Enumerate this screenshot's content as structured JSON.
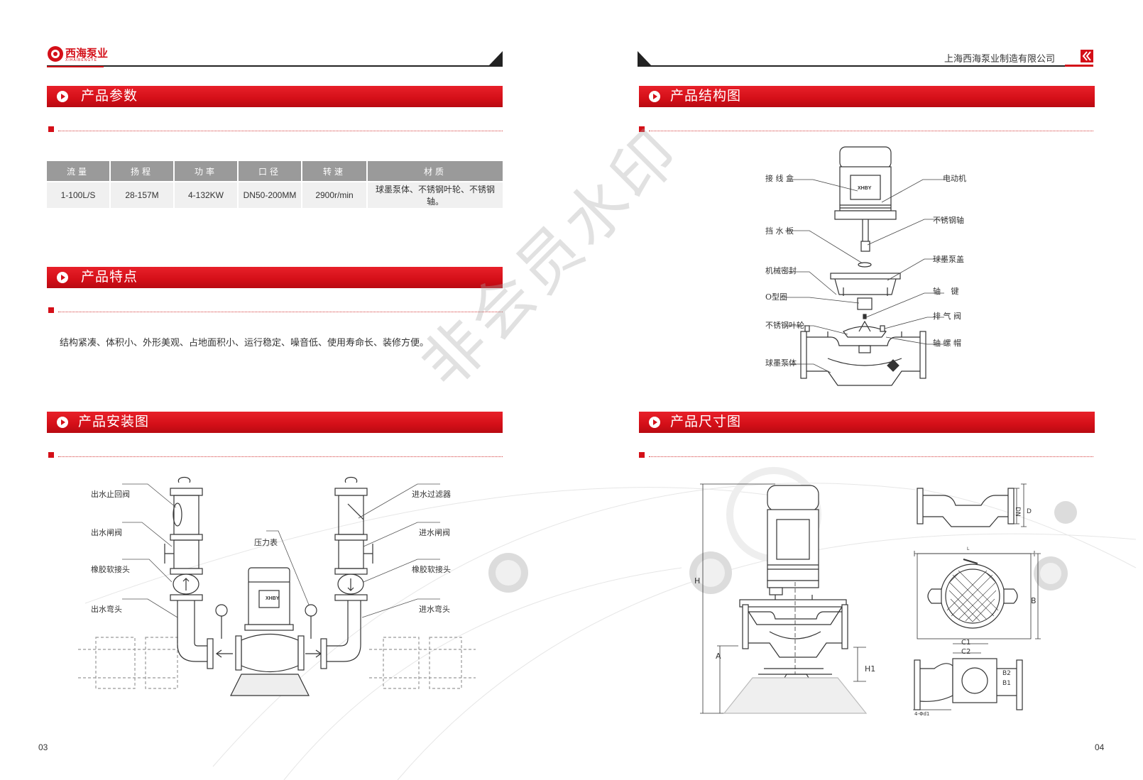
{
  "brand": {
    "name": "西海泵业",
    "sub": "XIHAIBENGYE"
  },
  "company": "上海西海泵业制造有限公司",
  "sections": {
    "params": "产品参数",
    "features": "产品特点",
    "install": "产品安装图",
    "structure": "产品结构图",
    "dimension": "产品尺寸图"
  },
  "table": {
    "headers": [
      "流量",
      "扬程",
      "功率",
      "口径",
      "转速",
      "材质"
    ],
    "row": [
      "1-100L/S",
      "28-157M",
      "4-132KW",
      "DN50-200MM",
      "2900r/min",
      "球墨泵体、不锈钢叶轮、不锈钢轴。"
    ]
  },
  "features_text": "结构紧凑、体积小、外形美观、占地面积小、运行稳定、噪音低、使用寿命长、装修方便。",
  "install_labels": {
    "outlet_check": "出水止回阀",
    "outlet_gate": "出水闸阀",
    "rubber_left": "橡胶软接头",
    "outlet_elbow": "出水弯头",
    "gauge": "压力表",
    "inlet_filter": "进水过滤器",
    "inlet_gate": "进水闸阀",
    "rubber_right": "橡胶软接头",
    "inlet_elbow": "进水弯头"
  },
  "structure_labels": {
    "junction_box": "接 线 盒",
    "motor": "电动机",
    "shaft": "不锈钢轴",
    "water_plate": "挡 水 板",
    "seal": "机械密封",
    "pump_cover": "球墨泵盖",
    "oring": "O型圈",
    "key": "轴　 键",
    "impeller": "不锈钢叶轮",
    "vent": "排 气 阀",
    "nut": "轴 螺 帽",
    "body": "球墨泵体"
  },
  "pump_plate": "XHBY",
  "dim_labels": {
    "H": "H",
    "A": "A",
    "H1": "H1",
    "DN": "DN",
    "D": "D",
    "L": "L",
    "B": "B",
    "C1": "C1",
    "C2": "C2",
    "B1": "B1",
    "B2": "B2",
    "holes": "4-Φd1"
  },
  "watermark": "非会员水印",
  "pages": {
    "left": "03",
    "right": "04"
  }
}
